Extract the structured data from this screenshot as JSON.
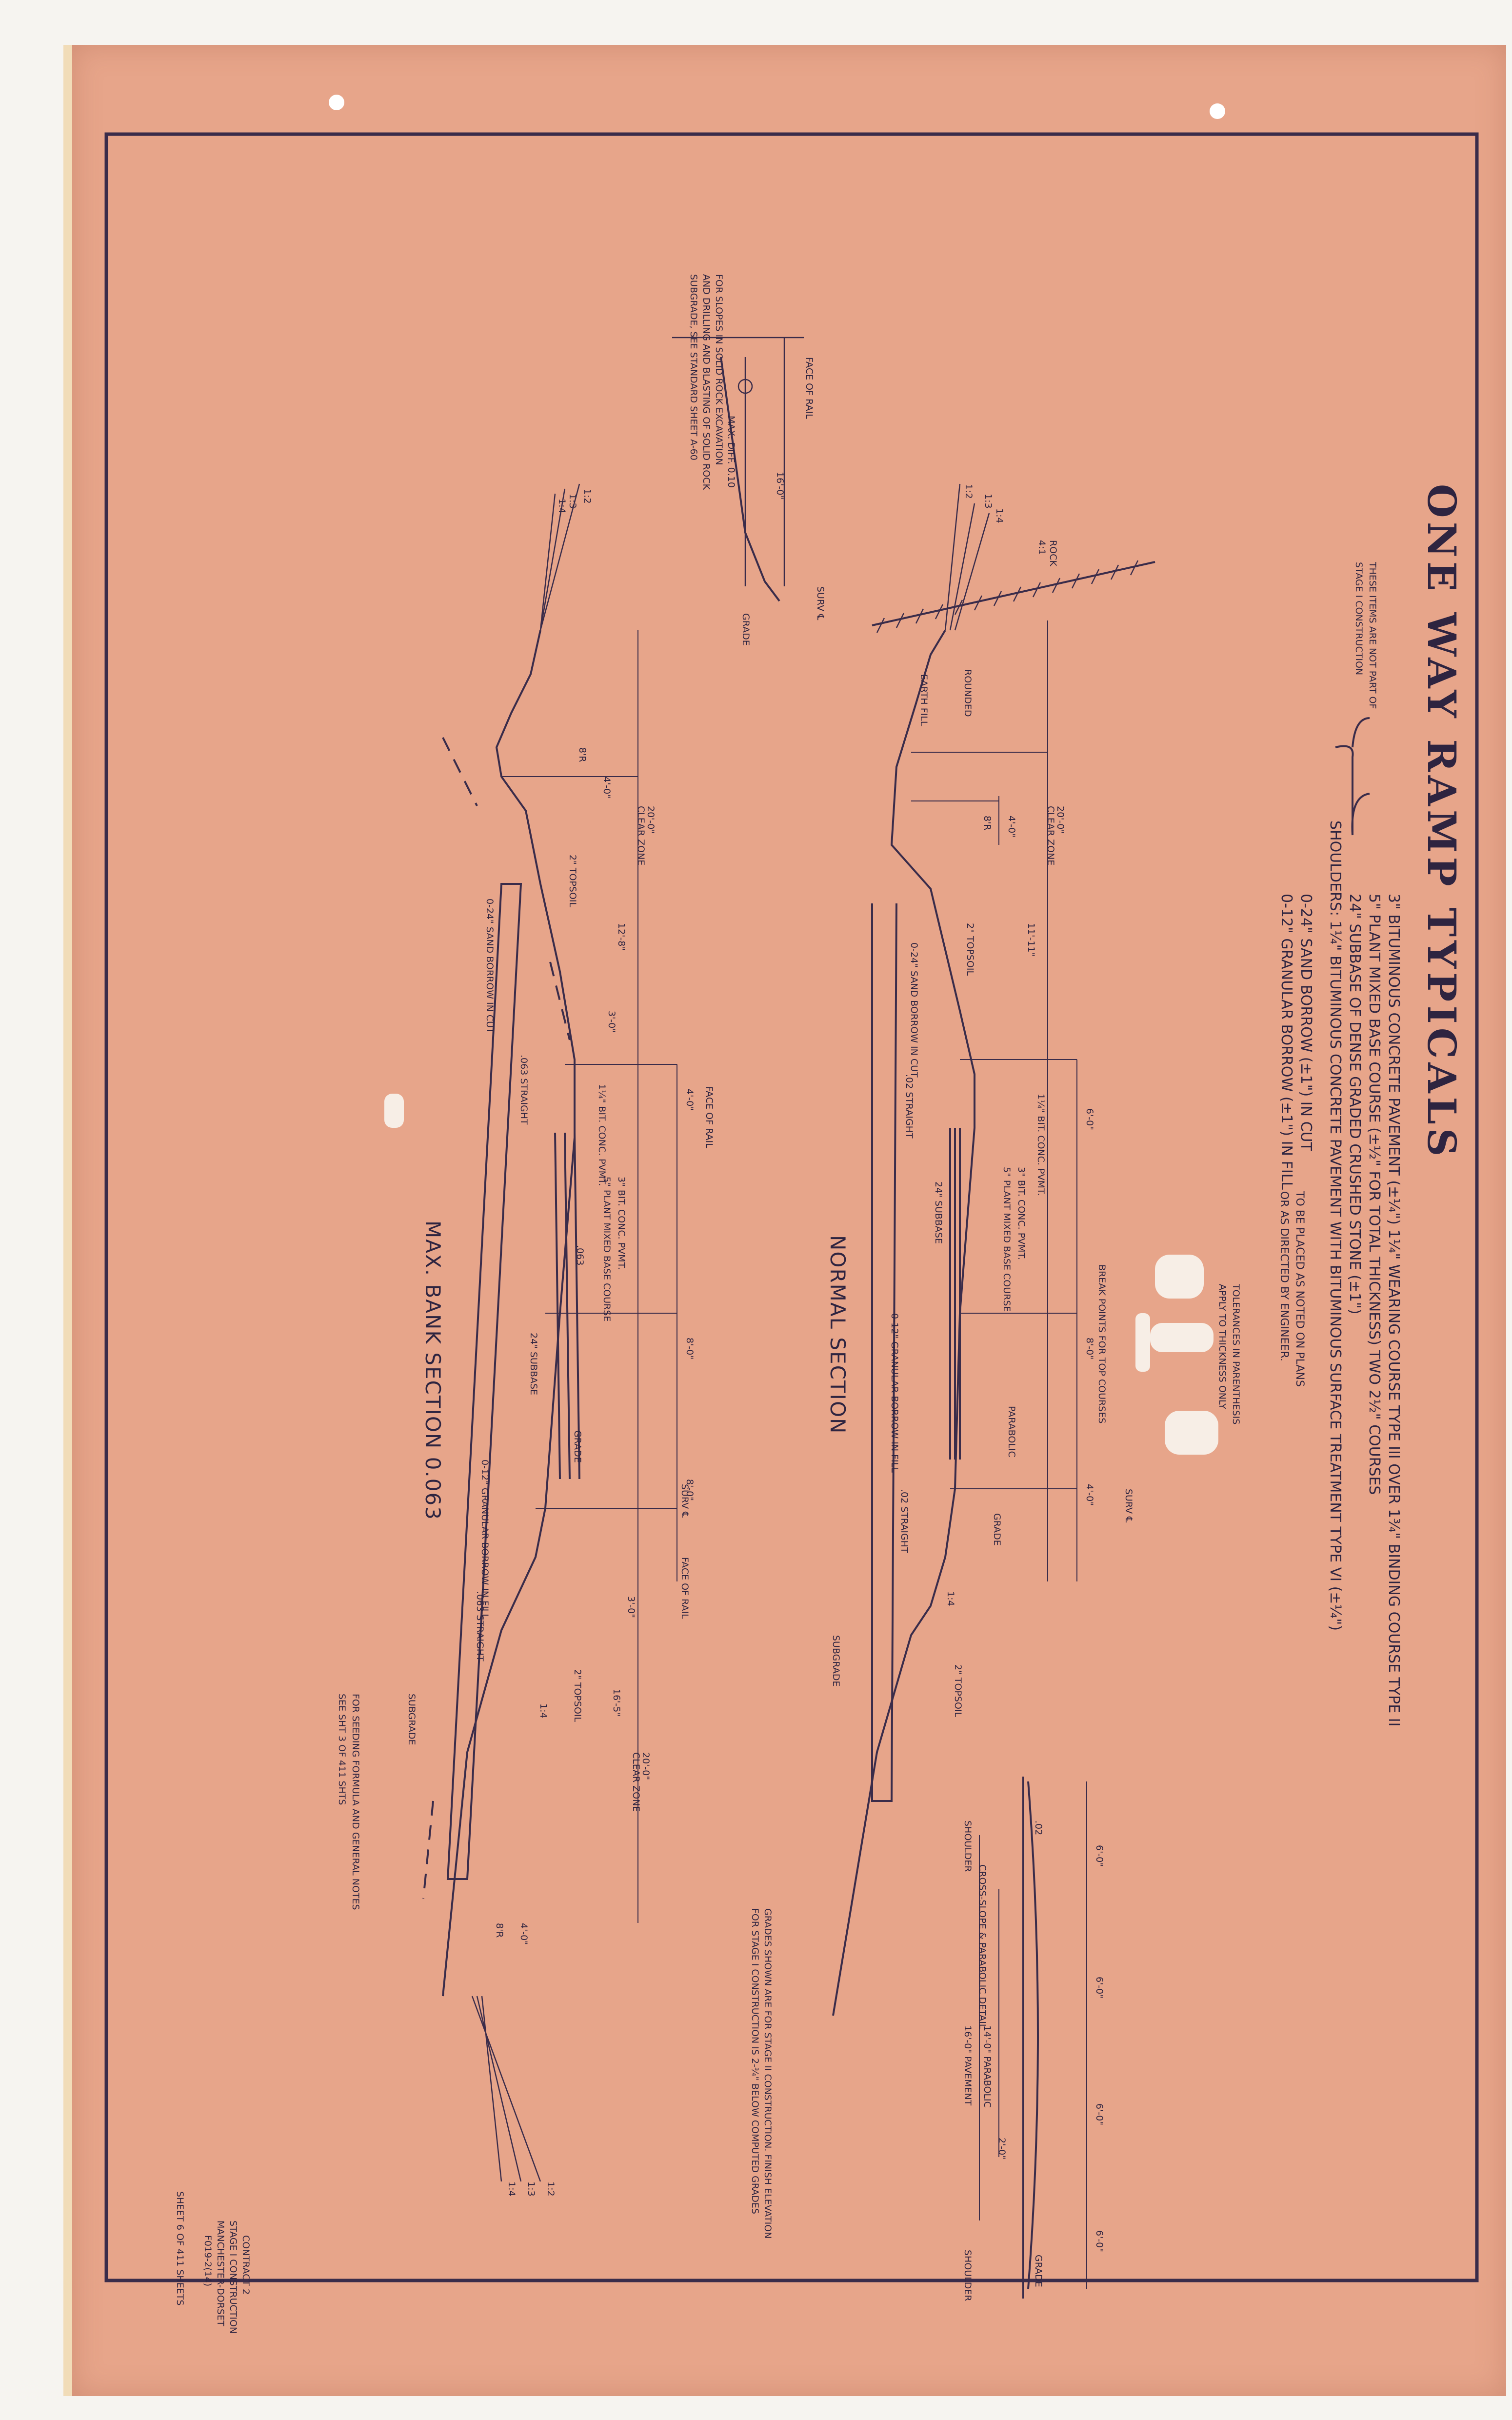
{
  "title": "ONE WAY RAMP TYPICALS",
  "specs": {
    "line1": "3\" BITUMINOUS CONCRETE PAVEMENT (±¼\") 1¼\" WEARING COURSE TYPE III OVER 1¾\" BINDING COURSE TYPE II",
    "line2": "5\" PLANT MIXED BASE COURSE (±½\" FOR TOTAL THICKNESS) TWO 2½\" COURSES",
    "line3": "24\" SUBBASE OF DENSE GRADED CRUSHED STONE (±1\")",
    "line4": "SHOULDERS: 1¼\" BITUMINOUS CONCRETE PAVEMENT WITH BITUMINOUS SURFACE TREATMENT TYPE VI (±¼\")",
    "line5": "0-24\" SAND BORROW (±1\") IN CUT",
    "line6": "0-12\" GRANULAR BORROW (±1\") IN FILL",
    "placement": "TO BE PLACED AS NOTED ON PLANS",
    "placement2": "OR AS DIRECTED BY ENGINEER.",
    "stage_note1": "THESE ITEMS ARE NOT PART OF",
    "stage_note2": "STAGE I CONSTRUCTION",
    "tolerance1": "TOLERANCES IN PARENTHESIS",
    "tolerance2": "APPLY TO THICKNESS ONLY"
  },
  "sections": {
    "normal": "NORMAL SECTION",
    "max_bank": "MAX. BANK SECTION 0.063",
    "cross_slope": "CROSS-SLOPE & PARABOLIC DETAIL"
  },
  "rock_note": {
    "line1": "FOR SLOPES IN SOLID ROCK EXCAVATION",
    "line2": "AND DRILLING AND BLASTING OF SOLID ROCK",
    "line3": "SUBGRADE, SEE STANDARD SHEET A-60"
  },
  "grades_note": {
    "line1": "GRADES SHOWN ARE FOR STAGE II CONSTRUCTION. FINISH ELEVATION",
    "line2": "FOR STAGE I CONSTRUCTION IS 2-¾\" BELOW COMPUTED GRADES"
  },
  "seeding_note": {
    "line1": "FOR SEEDING FORMULA AND GENERAL NOTES",
    "line2": "SEE SHT 3 OF 411 SHTS"
  },
  "title_block": {
    "contract": "CONTRACT 2",
    "stage": "STAGE I CONSTRUCTION",
    "location": "MANCHESTER-DORSET",
    "project": "F019-2(14)",
    "sheet": "SHEET 6 OF 411 SHEETS"
  },
  "labels": {
    "clear_zone": "CLEAR ZONE",
    "topsoil": "2\" TOPSOIL",
    "face_of_rail": "FACE OF RAIL",
    "surv": "SURV ℄",
    "grade": "GRADE",
    "subgrade": "SUBGRADE",
    "rounded": "ROUNDED",
    "earth_fill": "EARTH FILL",
    "rock": "ROCK",
    "sand_borrow": "0-24\" SAND BORROW IN CUT",
    "granular_borrow": "0-12\" GRANULAR BORROW IN FILL",
    "straight_02": ".02 STRAIGHT",
    "straight_063": ".063 STRAIGHT",
    "subbase": "24\" SUBBASE",
    "break_points": "BREAK POINTS FOR TOP COURSES",
    "parabolic": "PARABOLIC",
    "max_diff": "MAX. DIFF. 0.10",
    "shoulder": "SHOULDER",
    "pavement": "16'-0\" PAVEMENT",
    "parabolic_14": "14'-0\" PARABOLIC",
    "bit_conc_pvmt": "1¼\" BIT. CONC. PVMT.",
    "plant_mixed": "5\" PLANT MIXED BASE COURSE",
    "three_bit": "3\" BIT. CONC. PVMT.",
    "slope_14": "1:4",
    "slope_13": "1:3",
    "slope_12": "1:2",
    "ratio_41": "4:1",
    "ditch": "8'R"
  },
  "dims": {
    "d20": "20'-0\"",
    "d16": "16'-0\"",
    "d11": "11'-11\"",
    "d12": "12'-8\"",
    "d6": "6'-0\"",
    "d4": "4'-0\"",
    "d8": "8'-0\"",
    "d3": "3'-0\"",
    "d16_5": "16'-5\"",
    "d2": "2'-0\"",
    "s02": ".02",
    "s063": ".063"
  }
}
